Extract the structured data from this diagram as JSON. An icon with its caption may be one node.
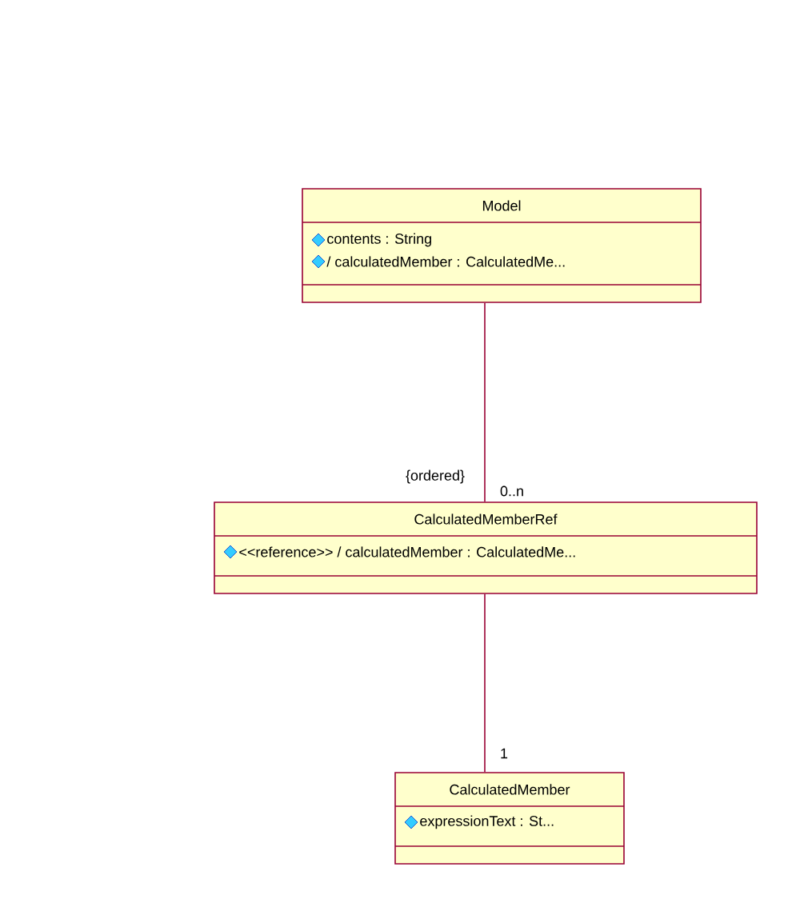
{
  "diagram": {
    "nodes": [
      {
        "text": [
          "Model",
          "contents : String",
          "/ calculatedMember : CalculatedMe..."
        ]
      },
      {
        "text": [
          "CalculatedMemberRef",
          "<<reference>> / calculatedMember : CalculatedMe..."
        ]
      },
      {
        "text": [
          "CalculatedMember",
          "expressionText : St..."
        ]
      }
    ],
    "edges": [
      {
        "from": 0,
        "to": 1,
        "arrow": "none"
      },
      {
        "from": 1,
        "to": 2,
        "arrow": "none"
      }
    ],
    "labels": [
      "{ordered}",
      "0..n",
      "1"
    ]
  }
}
